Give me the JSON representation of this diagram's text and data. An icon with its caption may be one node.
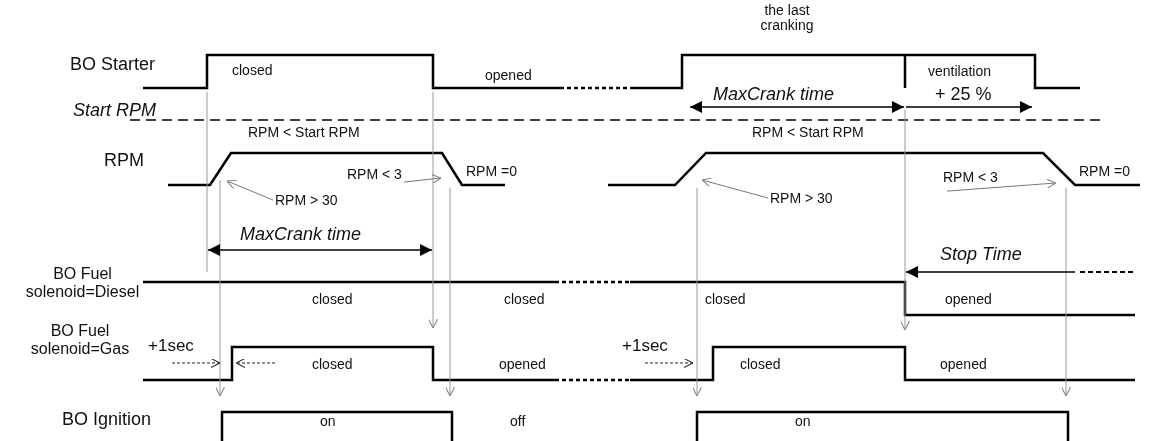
{
  "diagram": {
    "nodes": [
      {
        "text": [
          "RPM > 30"
        ]
      },
      {
        "text": [
          "RPM < 3"
        ]
      },
      {
        "text": [
          "RPM > 30"
        ]
      },
      {
        "text": [
          "RPM < 3"
        ]
      }
    ],
    "edges": [
      {
        "from": 0,
        "to": null,
        "arrow": "to"
      },
      {
        "from": 1,
        "to": null,
        "arrow": "to"
      },
      {
        "from": 2,
        "to": null,
        "arrow": "to"
      },
      {
        "from": 3,
        "to": null,
        "arrow": "to"
      }
    ],
    "labels": [
      "the last cranking",
      "BO Starter",
      "closed",
      "opened",
      "ventilation",
      "Start RPM",
      "MaxCrank time",
      "+ 25 %",
      "RPM < Start RPM",
      "RPM < Start RPM",
      "RPM",
      "RPM =0",
      "RPM =0",
      "MaxCrank time",
      "Stop Time",
      "BO Fuel solenoid=Diesel",
      "closed",
      "closed",
      "closed",
      "opened",
      "BO Fuel solenoid=Gas",
      "+1sec",
      "closed",
      "opened",
      "+1sec",
      "closed",
      "opened",
      "BO Ignition",
      "on",
      "off",
      "on"
    ]
  }
}
